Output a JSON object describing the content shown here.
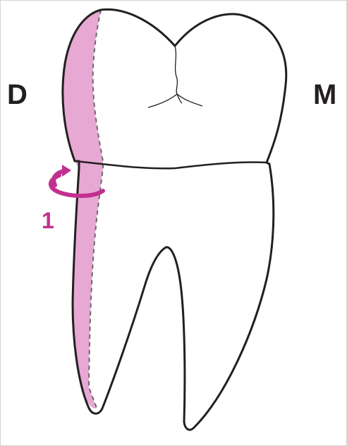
{
  "labels": {
    "distal": "D",
    "mesial": "M",
    "step": "1"
  },
  "colors": {
    "highlight_fill": "#e7a8d3",
    "accent": "#c2308f",
    "outline": "#231f20",
    "dashed_line": "#6b6b6b"
  },
  "icons": {
    "rotation": "rotation-arrow-icon"
  }
}
